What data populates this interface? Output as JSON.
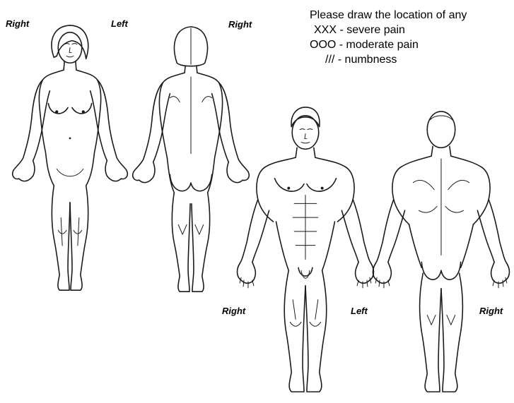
{
  "legend": {
    "instruction": "Please draw the location of any",
    "severe": "XXX - severe pain",
    "moderate": "OOO - moderate pain",
    "numbness": "/// - numbness"
  },
  "female_labels": {
    "front_right": "Right",
    "front_left": "Left",
    "back_right": "Right"
  },
  "male_labels": {
    "front_right": "Right",
    "front_left": "Left",
    "back_right": "Right"
  }
}
